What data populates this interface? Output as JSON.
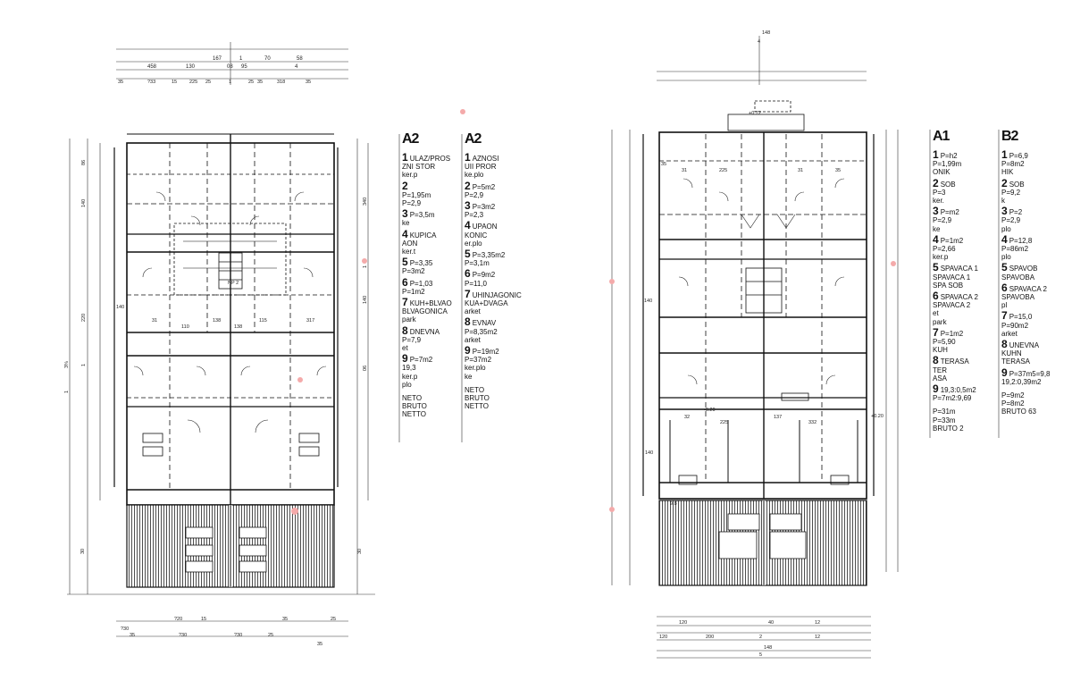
{
  "left_plan": {
    "top_dims": {
      "row1": [
        "167",
        "1",
        "70",
        "58"
      ],
      "row2": [
        "458",
        "130",
        "08",
        "95",
        "4"
      ],
      "row3": [
        "35",
        "?33",
        "15",
        "225",
        "25",
        "1",
        "25",
        "35",
        "318",
        "35"
      ]
    },
    "side_dims_left": [
      "220",
      "1",
      "140",
      "86"
    ],
    "side_dims_right": [
      "340",
      "1",
      "140",
      "06"
    ],
    "level_labels": [
      "3%",
      "1"
    ],
    "interior_labels": [
      "110",
      "138",
      "138",
      "115",
      "317",
      "31",
      "140",
      "NP 2"
    ],
    "bottom_dims": [
      "?20",
      "15",
      "35",
      "25",
      "?30",
      "?30",
      "?30",
      "35",
      "25",
      "35"
    ],
    "vertical_dims": [
      "30",
      "30"
    ]
  },
  "table_a": {
    "header": "A2",
    "rows": [
      {
        "num": "1",
        "lines": [
          "ULAZ/PROS",
          "ZNI STOR",
          "ker.p"
        ]
      },
      {
        "num": "2",
        "lines": [
          "",
          "P=1,95m",
          "P=2,9"
        ]
      },
      {
        "num": "3",
        "lines": [
          "P=3,5m",
          "ke"
        ]
      },
      {
        "num": "4",
        "lines": [
          "KUPICA",
          "AON",
          "ker.t"
        ]
      },
      {
        "num": "5",
        "lines": [
          "P=3,35",
          "P=3m2"
        ]
      },
      {
        "num": "6",
        "lines": [
          "P=1,03",
          "P=1m2"
        ]
      },
      {
        "num": "7",
        "lines": [
          "KUH+BLVAO",
          "BLVAGONICA",
          "park"
        ]
      },
      {
        "num": "8",
        "lines": [
          "DNEVNA",
          "P=7,9",
          "et"
        ]
      },
      {
        "num": "9",
        "lines": [
          "P=7m2",
          "19,3",
          "ker.p",
          "plo"
        ]
      }
    ],
    "footer": [
      "NETO",
      "BRUTO",
      "NETTO"
    ]
  },
  "table_b": {
    "header": "A2",
    "rows": [
      {
        "num": "1",
        "lines": [
          "AZNOSI",
          "UII PROR",
          "ke.plo"
        ]
      },
      {
        "num": "2",
        "lines": [
          "P=5m2",
          "P=2,9"
        ]
      },
      {
        "num": "3",
        "lines": [
          "P=3m2",
          "P=2,3"
        ]
      },
      {
        "num": "4",
        "lines": [
          "UPAON",
          "KONIC",
          "er.plo"
        ]
      },
      {
        "num": "5",
        "lines": [
          "P=3,35m2",
          "P=3,1m"
        ]
      },
      {
        "num": "6",
        "lines": [
          "P=9m2",
          "P=11,0"
        ]
      },
      {
        "num": "7",
        "lines": [
          "UHINJAGONIC",
          "KUA+DVAGA",
          "arket"
        ]
      },
      {
        "num": "8",
        "lines": [
          "EVNAV",
          "P=8,35m2",
          "arket"
        ]
      },
      {
        "num": "9",
        "lines": [
          "P=19m2",
          "P=37m2",
          "ker.plo",
          "ke"
        ]
      }
    ],
    "footer": [
      "NETO",
      "BRUTO",
      "NETTO"
    ]
  },
  "right_plan": {
    "top_dims": [
      "148",
      "4"
    ],
    "level_label": "+0.72",
    "interior_labels": [
      "35",
      "31",
      "225",
      "31",
      "35",
      "140",
      "32",
      "225",
      "137",
      "332",
      "140",
      "-0.20",
      "+0.20",
      "9.8"
    ],
    "bottom_dims": {
      "row1": [
        "120",
        "40",
        "12"
      ],
      "row2": [
        "120",
        "200",
        "2",
        "12"
      ],
      "total": "148",
      "sub": "5"
    }
  },
  "table_c": {
    "header": "A1",
    "rows": [
      {
        "num": "1",
        "lines": [
          "P=h2",
          "P=1,99m",
          "ONIK"
        ]
      },
      {
        "num": "2",
        "lines": [
          "SOB",
          "P=3",
          "ker."
        ]
      },
      {
        "num": "3",
        "lines": [
          "P=m2",
          "P=2,9",
          "ke"
        ]
      },
      {
        "num": "4",
        "lines": [
          "P=1m2",
          "P=2,66",
          "ker.p"
        ]
      },
      {
        "num": "5",
        "lines": [
          "SPAVACA 1",
          "SPAVACA 1",
          "SPA SOB"
        ]
      },
      {
        "num": "6",
        "lines": [
          "SPAVACA 2",
          "SPAVACA 2",
          "et",
          "park"
        ]
      },
      {
        "num": "7",
        "lines": [
          "P=1m2",
          "P=5,90",
          "KUH"
        ]
      },
      {
        "num": "8",
        "lines": [
          "TERASA",
          "TER",
          "ASA"
        ]
      },
      {
        "num": "9",
        "lines": [
          "19,3:0,5m2",
          "P=7m2:9,69"
        ]
      }
    ],
    "footer": [
      "P=31m",
      "P=33m",
      "BRUTO 2"
    ]
  },
  "table_d": {
    "header": "B2",
    "rows": [
      {
        "num": "1",
        "lines": [
          "P=6,9",
          "P=8m2",
          "HIK"
        ]
      },
      {
        "num": "2",
        "lines": [
          "SOB",
          "P=9,2",
          "k"
        ]
      },
      {
        "num": "3",
        "lines": [
          "P=2",
          "P=2,9",
          "plo"
        ]
      },
      {
        "num": "4",
        "lines": [
          "P=12,8",
          "P=86m2",
          "plo"
        ]
      },
      {
        "num": "5",
        "lines": [
          "SPAVOB",
          "SPAVOBA"
        ]
      },
      {
        "num": "6",
        "lines": [
          "SPAVACA 2",
          "SPAVOBA",
          "pl"
        ]
      },
      {
        "num": "7",
        "lines": [
          "P=15,0",
          "P=90m2",
          "arket"
        ]
      },
      {
        "num": "8",
        "lines": [
          "UNEVNA",
          "KUHN",
          "TERASA"
        ]
      },
      {
        "num": "9",
        "lines": [
          "P=37m5=9,8",
          "19,2:0,39m2"
        ]
      }
    ],
    "footer": [
      "P=9m2",
      "P=8m2",
      "BRUTO 63"
    ]
  }
}
